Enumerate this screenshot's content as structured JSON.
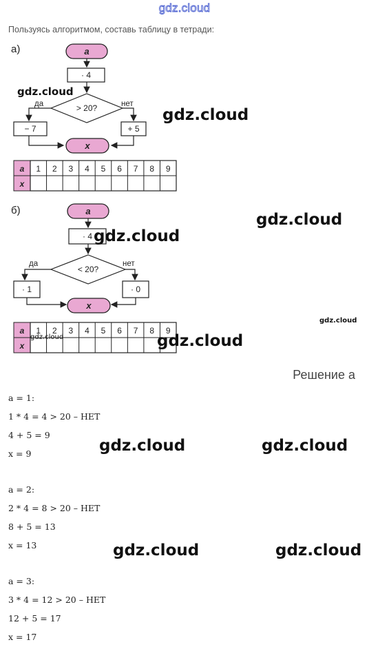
{
  "header": {
    "logo": "gdz.cloud"
  },
  "intro": "Пользуясь алгоритмом, составь таблицу в тетради:",
  "watermark": "gdz.cloud",
  "part_a": {
    "label": "а)",
    "start": "a",
    "op": "· 4",
    "cond": "> 20?",
    "yes": "да",
    "no": "нет",
    "yes_op": "− 7",
    "no_op": "+ 5",
    "end": "x",
    "table_row1": "a",
    "table_row2": "x",
    "cols": [
      "1",
      "2",
      "3",
      "4",
      "5",
      "6",
      "7",
      "8",
      "9"
    ]
  },
  "part_b": {
    "label": "б)",
    "start": "a",
    "op": "· 4",
    "cond": "< 20?",
    "yes": "да",
    "no": "нет",
    "yes_op": "· 1",
    "no_op": "· 0",
    "end": "x",
    "table_row1": "a",
    "table_row2": "x",
    "cols": [
      "1",
      "2",
      "3",
      "4",
      "5",
      "6",
      "7",
      "8",
      "9"
    ]
  },
  "solution": {
    "title": "Решение а",
    "blocks": [
      {
        "a_line": "a = 1:",
        "calc": "1 * 4 = 4 > 20 – НЕТ",
        "add": "4 + 5 = 9",
        "res": "x = 9"
      },
      {
        "a_line": "a = 2:",
        "calc": "2 * 4 = 8 > 20 – НЕТ",
        "add": "8 + 5 = 13",
        "res": "x = 13"
      },
      {
        "a_line": "a = 3:",
        "calc": "3 * 4 = 12 > 20 – НЕТ",
        "add": "12 + 5 = 17",
        "res": "x = 17"
      }
    ]
  }
}
